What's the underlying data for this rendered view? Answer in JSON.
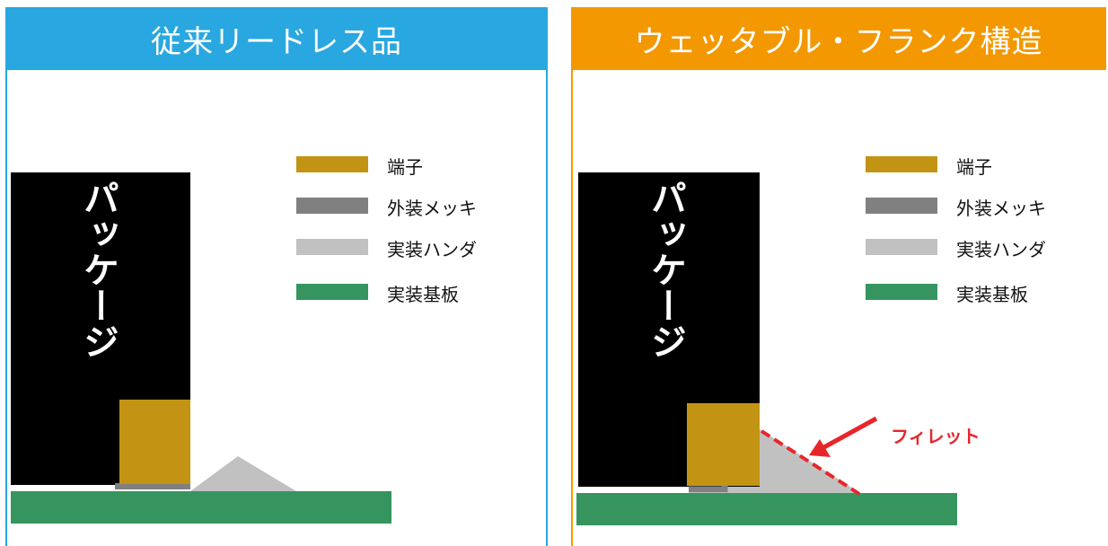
{
  "left_panel": {
    "title": "従来リードレス品",
    "package_label": "パッケージ",
    "legend": [
      {
        "label": "端子",
        "color": "#c39413"
      },
      {
        "label": "外装メッキ",
        "color": "#808080"
      },
      {
        "label": "実装ハンダ",
        "color": "#c1c1c1"
      },
      {
        "label": "実装基板",
        "color": "#36955f"
      }
    ]
  },
  "right_panel": {
    "title": "ウェッタブル・フランク構造",
    "package_label": "パッケージ",
    "legend": [
      {
        "label": "端子",
        "color": "#c39413"
      },
      {
        "label": "外装メッキ",
        "color": "#808080"
      },
      {
        "label": "実装ハンダ",
        "color": "#c1c1c1"
      },
      {
        "label": "実装基板",
        "color": "#36955f"
      }
    ],
    "callout": "フィレット"
  },
  "colors": {
    "left_header": "#29a7e0",
    "right_header": "#f39800",
    "package": "#000000",
    "callout": "#e8262a"
  }
}
